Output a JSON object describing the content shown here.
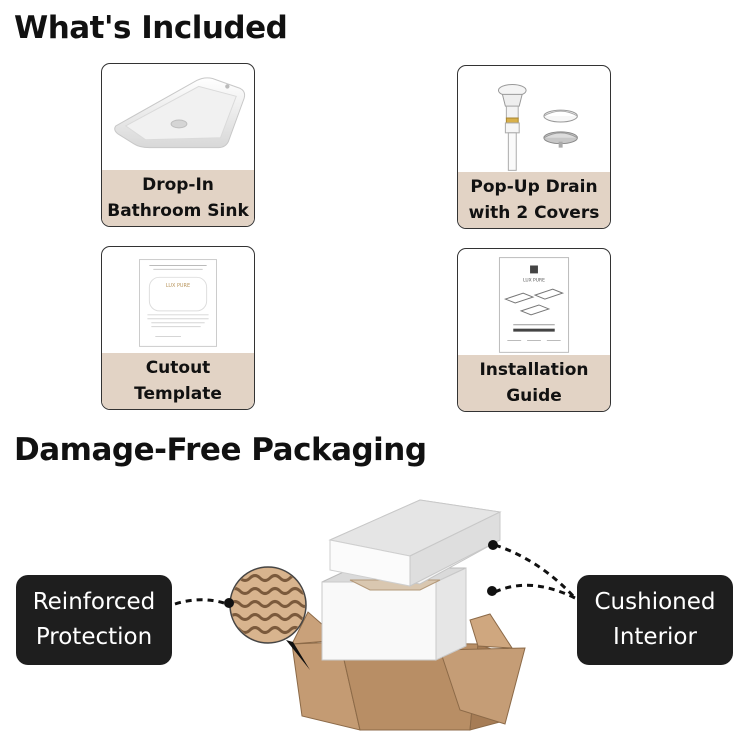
{
  "sections": {
    "included_title": "What's Included",
    "packaging_title": "Damage-Free Packaging"
  },
  "items": [
    {
      "line1": "Drop-In",
      "line2": "Bathroom Sink"
    },
    {
      "line1": "Pop-Up Drain",
      "line2": "with 2 Covers"
    },
    {
      "line1": "Cutout",
      "line2": "Template"
    },
    {
      "line1": "Installation",
      "line2": "Guide"
    }
  ],
  "callouts": {
    "left": {
      "line1": "Reinforced",
      "line2": "Protection"
    },
    "right": {
      "line1": "Cushioned",
      "line2": "Interior"
    }
  },
  "colors": {
    "caption_bg": "#e2d3c5",
    "callout_bg": "#1e1e1e",
    "cardboard": "#c9a17a"
  },
  "doc_text": {
    "template_brand": "LUX PURE",
    "guide_brand": "LUX PURE"
  }
}
